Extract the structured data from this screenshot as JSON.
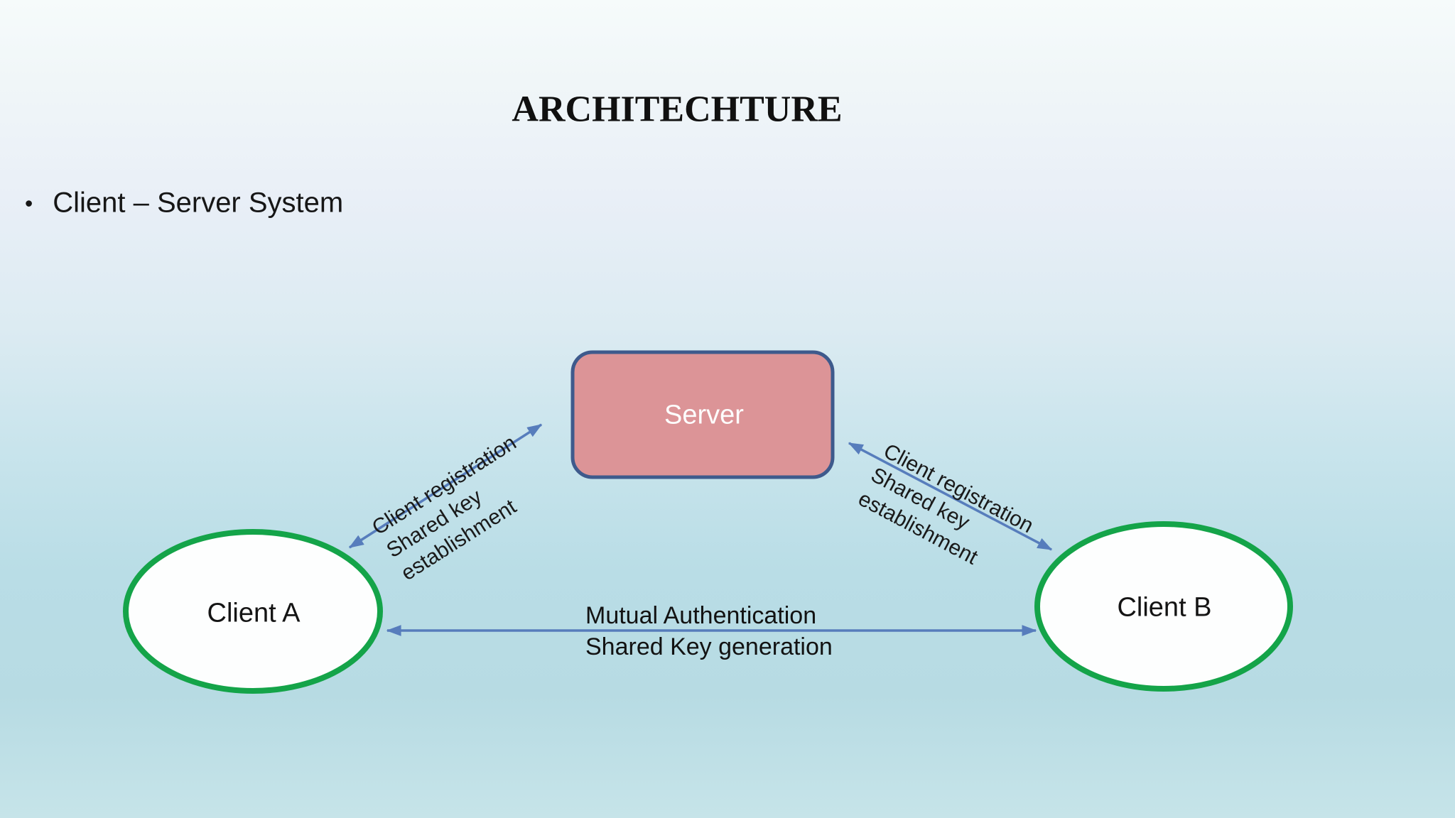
{
  "title": "ARCHITECHTURE",
  "bullet": {
    "marker": "•",
    "text": "Client – Server System"
  },
  "diagram": {
    "server": {
      "label": "Server",
      "fill": "#dc9497",
      "border": "#3e5a8c"
    },
    "client_a": {
      "label": "Client A",
      "fill": "#fdfefe",
      "border": "#14a449"
    },
    "client_b": {
      "label": "Client B",
      "fill": "#fdfefe",
      "border": "#14a449"
    },
    "arrows": {
      "color": "#577dbc"
    },
    "links": {
      "client_a_server": {
        "lines": [
          "Client registration",
          "Shared key",
          "establishment"
        ]
      },
      "server_client_b": {
        "lines": [
          "Client registration",
          "Shared key",
          "establishment"
        ]
      },
      "client_a_client_b": {
        "lines": [
          "Mutual Authentication",
          "Shared Key generation"
        ]
      }
    }
  }
}
